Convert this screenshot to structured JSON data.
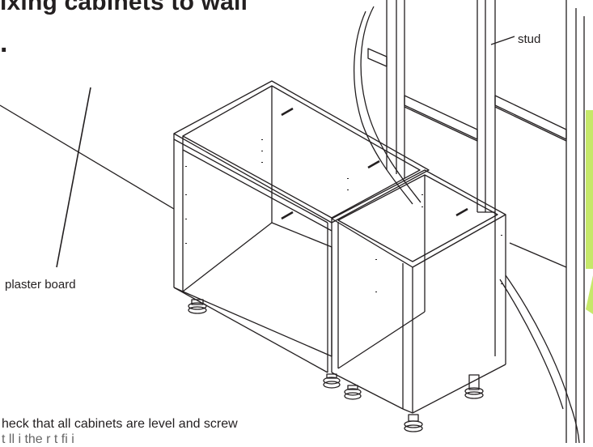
{
  "page": {
    "title": "ixing cabinets to wall",
    "step_marker": "."
  },
  "labels": {
    "stud": "stud",
    "plaster_board": "plaster board"
  },
  "instruction": {
    "line1": "heck that all cabinets are level and screw",
    "line2": "t    ll   i    the    r    t fi i"
  },
  "colors": {
    "line": "#231f20",
    "accent_green": "#c6e86a"
  },
  "icons": {
    "green_panel": "green-callout-panel",
    "green_arrow": "green-arrow-icon"
  }
}
